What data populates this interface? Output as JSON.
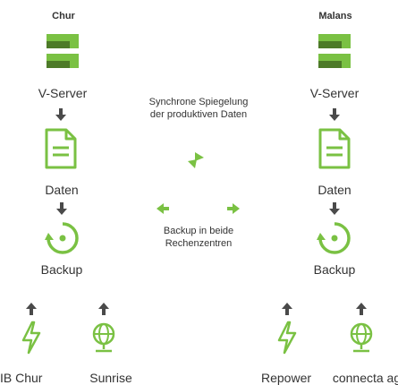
{
  "colors": {
    "accent": "#7ac143",
    "text": "#333333"
  },
  "left_site": {
    "name": "Chur",
    "server_label": "V-Server",
    "data_label": "Daten",
    "backup_label": "Backup",
    "providers": [
      {
        "label": "IB Chur",
        "icon": "lightning-icon"
      },
      {
        "label": "Sunrise",
        "icon": "globe-icon"
      }
    ]
  },
  "right_site": {
    "name": "Malans",
    "server_label": "V-Server",
    "data_label": "Daten",
    "backup_label": "Backup",
    "providers": [
      {
        "label": "Repower",
        "icon": "lightning-icon"
      },
      {
        "label": "connecta ag",
        "icon": "globe-icon"
      }
    ]
  },
  "center": {
    "mirror_text_line1": "Synchrone Spiegelung",
    "mirror_text_line2": "der produktiven Daten",
    "backup_text_line1": "Backup in beide",
    "backup_text_line2": "Rechenzentren"
  }
}
